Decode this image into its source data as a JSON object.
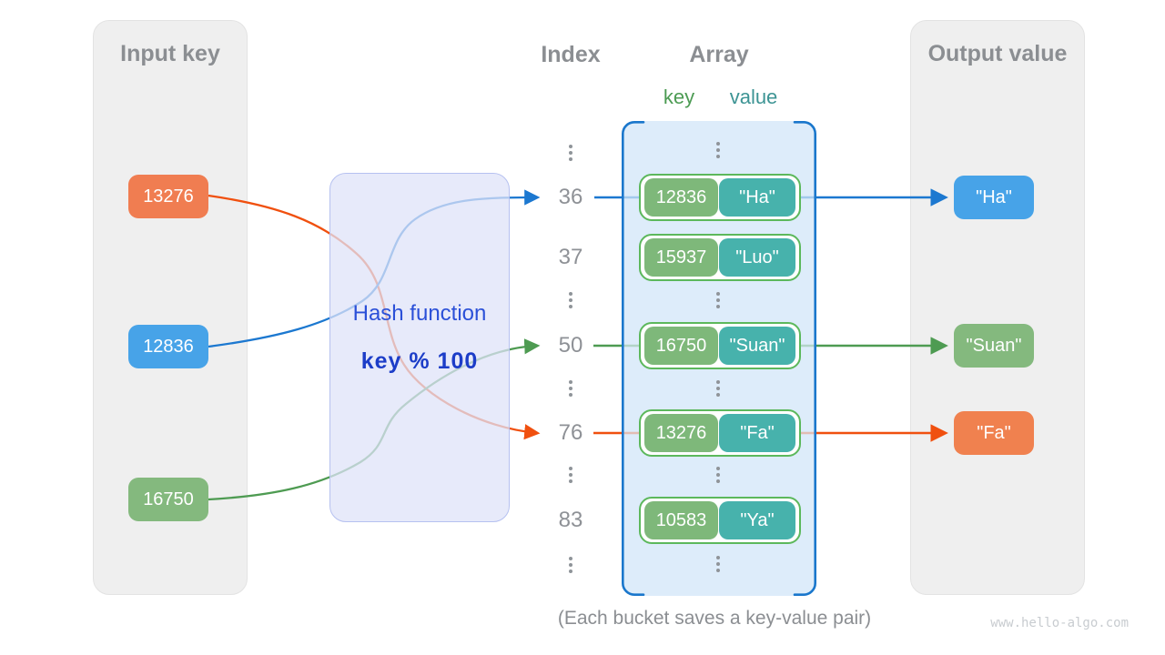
{
  "page": {
    "caption": "(Each bucket saves a key-value pair)",
    "watermark": "www.hello-algo.com"
  },
  "colors": {
    "input_orange": "#f07d51",
    "input_blue": "#47a3e8",
    "input_green": "#84b97e",
    "bucket_key_green": "#7eb87a",
    "bucket_value_teal": "#47b2ac",
    "bucket_border_green": "#5cb85c",
    "arrow_blue": "#1c78d0",
    "arrow_green": "#4e9b52",
    "arrow_orange": "#f0500f",
    "array_fill": "#ddecfa",
    "array_border": "#1a77cc",
    "hash_box_fill": "#e7ebfa",
    "hash_box_border": "#b6c1f0",
    "hash_text_blue": "#2b50d8",
    "panel_gray": "#efefef",
    "title_gray": "#8b8e92"
  },
  "input_panel": {
    "title": "Input key",
    "keys": [
      {
        "label": "13276",
        "color": "#f07d51"
      },
      {
        "label": "12836",
        "color": "#47a3e8"
      },
      {
        "label": "16750",
        "color": "#84b97e"
      }
    ]
  },
  "hash_box": {
    "title": "Hash function",
    "formula": "key % 100"
  },
  "index_column": {
    "title": "Index",
    "values": [
      "36",
      "37",
      "50",
      "76",
      "83"
    ]
  },
  "array_panel": {
    "title": "Array",
    "key_header": "key",
    "value_header": "value",
    "buckets": [
      {
        "key": "12836",
        "value": "\"Ha\""
      },
      {
        "key": "15937",
        "value": "\"Luo\""
      },
      {
        "key": "16750",
        "value": "\"Suan\""
      },
      {
        "key": "13276",
        "value": "\"Fa\""
      },
      {
        "key": "10583",
        "value": "\"Ya\""
      }
    ]
  },
  "output_panel": {
    "title": "Output value",
    "values": [
      {
        "label": "\"Ha\"",
        "color": "#47a3e8"
      },
      {
        "label": "\"Suan\"",
        "color": "#84b97e"
      },
      {
        "label": "\"Fa\"",
        "color": "#f0814f"
      }
    ]
  }
}
